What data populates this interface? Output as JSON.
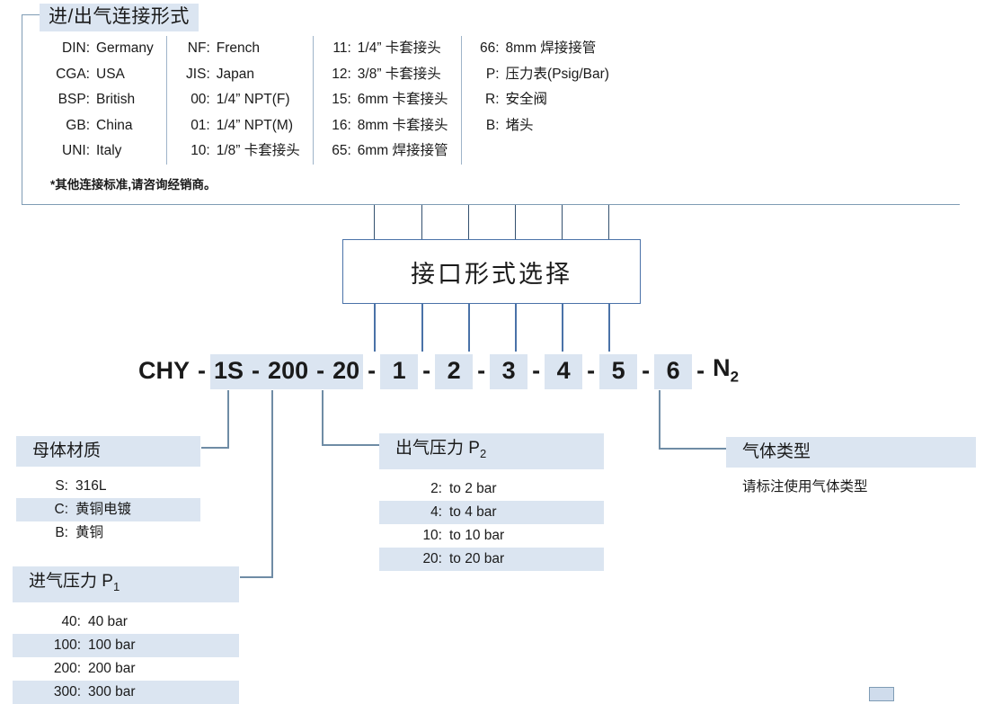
{
  "top_panel": {
    "title": "进/出气连接形式",
    "note": "*其他连接标准,请咨询经销商。",
    "columns": [
      {
        "items": [
          {
            "code": "DIN:",
            "desc": "Germany"
          },
          {
            "code": "CGA:",
            "desc": "USA"
          },
          {
            "code": "BSP:",
            "desc": "British"
          },
          {
            "code": "GB:",
            "desc": "China"
          },
          {
            "code": "UNI:",
            "desc": "Italy"
          }
        ]
      },
      {
        "items": [
          {
            "code": "NF:",
            "desc": "French"
          },
          {
            "code": "JIS:",
            "desc": "Japan"
          },
          {
            "code": "00:",
            "desc": "1/4”  NPT(F)"
          },
          {
            "code": "01:",
            "desc": "1/4”  NPT(M)"
          },
          {
            "code": "10:",
            "desc": "1/8”  卡套接头"
          }
        ]
      },
      {
        "items": [
          {
            "code": "11:",
            "desc": "1/4”  卡套接头"
          },
          {
            "code": "12:",
            "desc": "3/8”  卡套接头"
          },
          {
            "code": "15:",
            "desc": "6mm 卡套接头"
          },
          {
            "code": "16:",
            "desc": "8mm 卡套接头"
          },
          {
            "code": "65:",
            "desc": "6mm 焊接接管"
          }
        ]
      },
      {
        "items": [
          {
            "code": "66:",
            "desc": "8mm 焊接接管"
          },
          {
            "code": "P:",
            "desc": "压力表(Psig/Bar)"
          },
          {
            "code": "R:",
            "desc": "安全阀"
          },
          {
            "code": "B:",
            "desc": "堵头"
          }
        ]
      }
    ]
  },
  "selector": {
    "label": "接口形式选择"
  },
  "code": {
    "segments": [
      {
        "text": "CHY",
        "highlight": false
      },
      {
        "text": "-",
        "highlight": false,
        "sep": true
      },
      {
        "text": "1S",
        "highlight": true
      },
      {
        "text": "-",
        "highlight": true,
        "sep": true
      },
      {
        "text": "200",
        "highlight": true
      },
      {
        "text": "-",
        "highlight": true,
        "sep": true
      },
      {
        "text": "20",
        "highlight": true
      },
      {
        "text": "-",
        "highlight": false,
        "sep": true
      },
      {
        "text": "1",
        "highlight": true,
        "wide": true
      },
      {
        "text": "-",
        "highlight": false,
        "sep": true
      },
      {
        "text": "2",
        "highlight": true,
        "wide": true
      },
      {
        "text": "-",
        "highlight": false,
        "sep": true
      },
      {
        "text": "3",
        "highlight": true,
        "wide": true
      },
      {
        "text": "-",
        "highlight": false,
        "sep": true
      },
      {
        "text": "4",
        "highlight": true,
        "wide": true
      },
      {
        "text": "-",
        "highlight": false,
        "sep": true
      },
      {
        "text": "5",
        "highlight": true,
        "wide": true
      },
      {
        "text": "-",
        "highlight": false,
        "sep": true
      },
      {
        "text": "6",
        "highlight": true,
        "wide": true
      },
      {
        "text": "-",
        "highlight": false,
        "sep": true
      },
      {
        "text": "N",
        "highlight": false,
        "sub": "2"
      }
    ]
  },
  "material": {
    "title": "母体材质",
    "items": [
      {
        "code": "S:",
        "desc": "316L",
        "highlight": false
      },
      {
        "code": "C:",
        "desc": "黄铜电镀",
        "highlight": true
      },
      {
        "code": "B:",
        "desc": "黄铜",
        "highlight": false
      }
    ]
  },
  "inlet_pressure": {
    "title": "进气压力 P",
    "title_sub": "1",
    "items": [
      {
        "code": "40:",
        "desc": "40 bar",
        "highlight": false
      },
      {
        "code": "100:",
        "desc": "100 bar",
        "highlight": true
      },
      {
        "code": "200:",
        "desc": "200 bar",
        "highlight": false
      },
      {
        "code": "300:",
        "desc": "300 bar",
        "highlight": true
      }
    ]
  },
  "outlet_pressure": {
    "title": "出气压力 P",
    "title_sub": "2",
    "items": [
      {
        "code": "2:",
        "desc": "to 2 bar",
        "highlight": false
      },
      {
        "code": "4:",
        "desc": "to 4 bar",
        "highlight": true
      },
      {
        "code": "10:",
        "desc": "to 10 bar",
        "highlight": false
      },
      {
        "code": "20:",
        "desc": "to 20 bar",
        "highlight": true
      }
    ]
  },
  "gas_type": {
    "title": "气体类型",
    "note": "请标注使用气体类型"
  },
  "colors": {
    "highlight": "#dbe5f1",
    "box_border": "#4a72a8",
    "bracket_border": "#7f9cb5",
    "lead_line": "#6f8ca5",
    "riser": "#33506e"
  }
}
